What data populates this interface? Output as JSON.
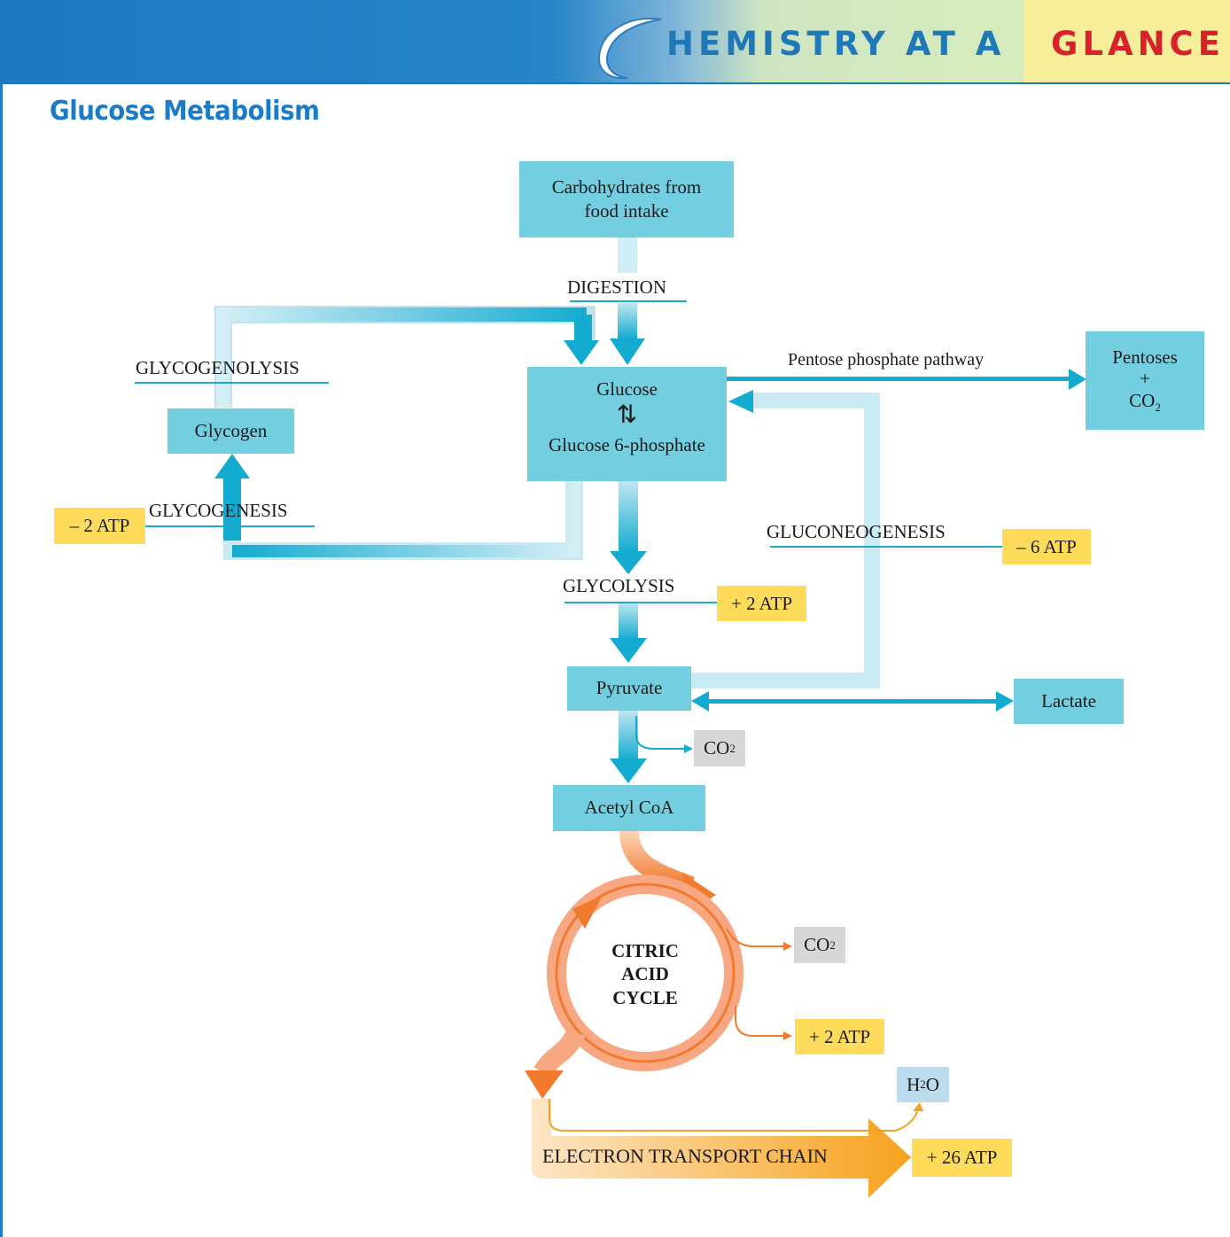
{
  "header": {
    "brand_first": "HEMISTRY AT A",
    "brand_second": "GLANCE",
    "colors": {
      "banner": "#1f7bc4",
      "brand_blue": "#1f78b8",
      "brand_red": "#d8212a"
    }
  },
  "title": "Glucose Metabolism",
  "nodes": {
    "carbohydrates": {
      "line1": "Carbohydrates from",
      "line2": "food intake"
    },
    "glucose": "Glucose",
    "glucose_6_phosphate": "Glucose 6-phosphate",
    "glycogen": "Glycogen",
    "pentoses": {
      "line1": "Pentoses",
      "line2": "+",
      "line3": "CO",
      "sub": "2"
    },
    "pyruvate": "Pyruvate",
    "lactate": "Lactate",
    "acetyl_coa": "Acetyl CoA",
    "citric_acid_cycle": {
      "line1": "CITRIC",
      "line2": "ACID",
      "line3": "CYCLE"
    },
    "electron_transport_chain": "ELECTRON TRANSPORT CHAIN"
  },
  "processes": {
    "digestion": "DIGESTION",
    "glycogenolysis": "GLYCOGENOLYSIS",
    "glycogenesis": "GLYCOGENESIS",
    "gluconeogenesis": "GLUCONEOGENESIS",
    "glycolysis": "GLYCOLYSIS",
    "pentose_phosphate": "Pentose phosphate pathway"
  },
  "atp": {
    "glycogenesis": "– 2 ATP",
    "gluconeogenesis": "– 6 ATP",
    "glycolysis": "+ 2 ATP",
    "citric_acid_cycle": "+ 2 ATP",
    "electron_transport": "+ 26 ATP"
  },
  "byproducts": {
    "co2_pyruvate": {
      "text": "CO",
      "sub": "2"
    },
    "co2_cycle": {
      "text": "CO",
      "sub": "2"
    },
    "water": {
      "text": "H",
      "sub": "2",
      "tail": "O"
    }
  },
  "icons": {
    "brand_mark": "chemistry-c-icon"
  }
}
